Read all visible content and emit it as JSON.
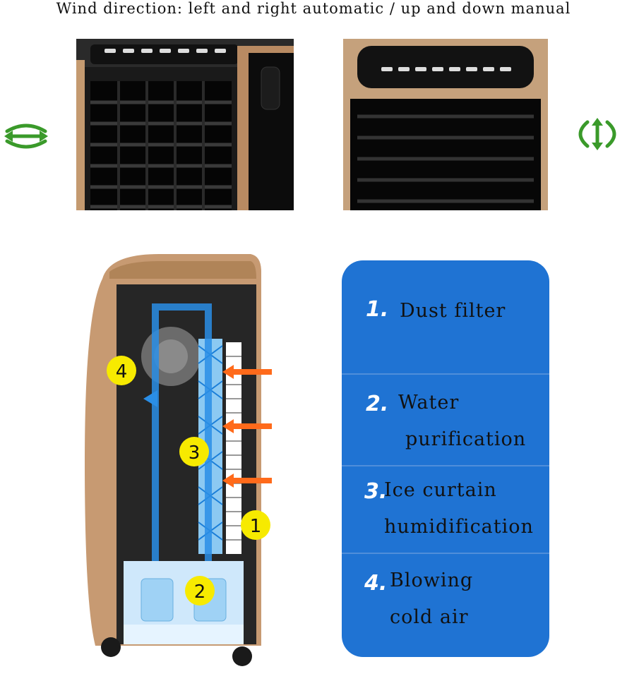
{
  "caption": "Wind direction: left and right automatic / up and down manual",
  "icons": {
    "left": "left-right-arrows-icon",
    "right": "up-down-arrows-icon",
    "color": "#3a9a2a"
  },
  "diagram_markers": [
    "4",
    "3",
    "1",
    "2"
  ],
  "features": [
    {
      "number": "1.",
      "lines": [
        "Dust filter"
      ]
    },
    {
      "number": "2.",
      "lines": [
        "Water",
        "purification"
      ]
    },
    {
      "number": "3.",
      "lines": [
        "Ice curtain",
        "humidification"
      ]
    },
    {
      "number": "4.",
      "lines": [
        "Blowing",
        "cold air"
      ]
    }
  ],
  "colors": {
    "panel": "#1f73d3",
    "marker": "#f7ea00",
    "airflow": "#2a8ee6",
    "arrows": "#ff6a1a",
    "body": "#c79a72"
  }
}
